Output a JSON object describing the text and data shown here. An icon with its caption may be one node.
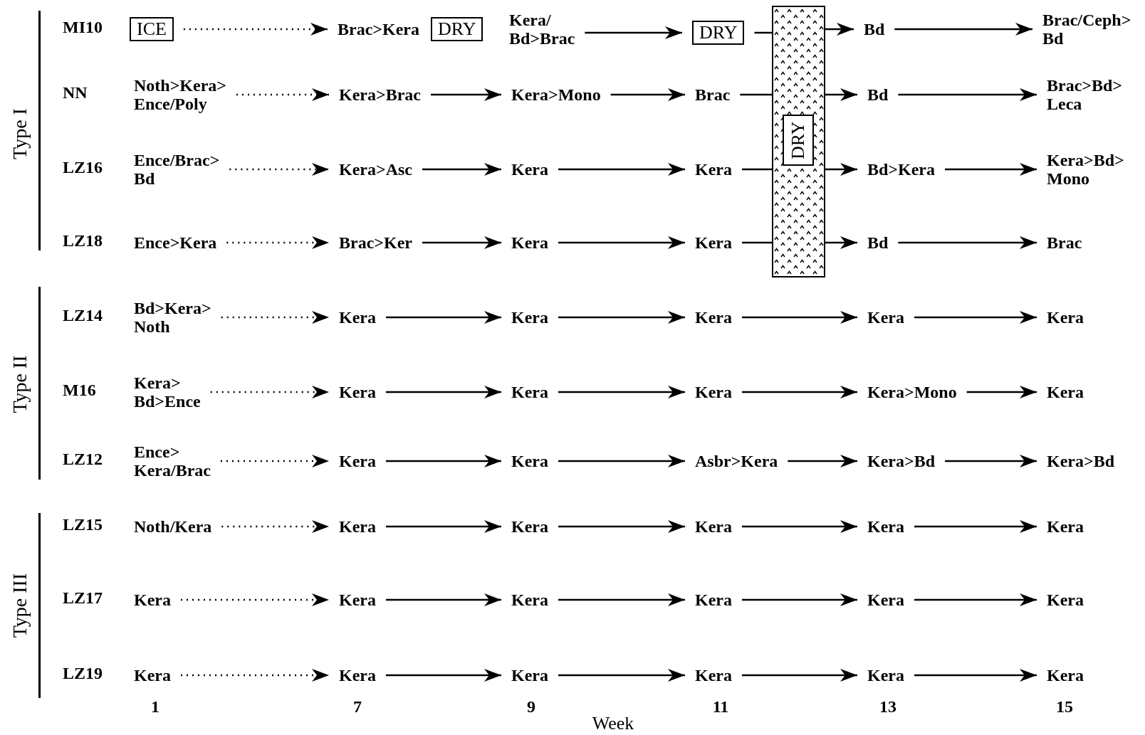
{
  "diagram": {
    "nodes": [
      {
        "text": [
          "ICE"
        ]
      },
      {
        "text": [
          "Brac>Kera"
        ]
      },
      {
        "text": [
          "DRY"
        ]
      },
      {
        "text": [
          "Kera/ Bd>Brac"
        ]
      },
      {
        "text": [
          "DRY"
        ]
      },
      {
        "text": [],
        "shape": "bar"
      },
      {
        "text": [
          "DRY"
        ],
        "in": 5
      },
      {
        "text": [
          "Bd"
        ]
      },
      {
        "text": [
          "Brac/Ceph> Bd"
        ]
      },
      {
        "text": [
          "Noth>Kera> Ence/Poly"
        ]
      },
      {
        "text": [
          "Kera>Brac"
        ]
      },
      {
        "text": [
          "Kera>Mono"
        ]
      },
      {
        "text": [
          "Brac"
        ]
      },
      {
        "text": [
          "Bd"
        ]
      },
      {
        "text": [
          "Brac>Bd> Leca"
        ]
      },
      {
        "text": [
          "Ence/Brac> Bd"
        ]
      },
      {
        "text": [
          "Kera>Asc"
        ]
      },
      {
        "text": [
          "Kera"
        ]
      },
      {
        "text": [
          "Kera"
        ]
      },
      {
        "text": [
          "Bd>Kera"
        ]
      },
      {
        "text": [
          "Kera>Bd> Mono"
        ]
      },
      {
        "text": [
          "Ence>Kera"
        ]
      },
      {
        "text": [
          "Brac>Ker"
        ]
      },
      {
        "text": [
          "Kera"
        ]
      },
      {
        "text": [
          "Kera"
        ]
      },
      {
        "text": [
          "Bd"
        ]
      },
      {
        "text": [
          "Brac"
        ]
      },
      {
        "text": [
          "Bd>Kera> Noth"
        ]
      },
      {
        "text": [
          "Kera"
        ]
      },
      {
        "text": [
          "Kera"
        ]
      },
      {
        "text": [
          "Kera"
        ]
      },
      {
        "text": [
          "Kera"
        ]
      },
      {
        "text": [
          "Kera"
        ]
      },
      {
        "text": [
          "Kera> Bd>Ence"
        ]
      },
      {
        "text": [
          "Kera"
        ]
      },
      {
        "text": [
          "Kera"
        ]
      },
      {
        "text": [
          "Kera"
        ]
      },
      {
        "text": [
          "Kera>Mono"
        ]
      },
      {
        "text": [
          "Kera"
        ]
      },
      {
        "text": [
          "Ence> Kera/Brac"
        ]
      },
      {
        "text": [
          "Kera"
        ]
      },
      {
        "text": [
          "Kera"
        ]
      },
      {
        "text": [
          "Asbr>Kera"
        ]
      },
      {
        "text": [
          "Kera>Bd"
        ]
      },
      {
        "text": [
          "Kera>Bd"
        ]
      },
      {
        "text": [
          "Noth/Kera"
        ]
      },
      {
        "text": [
          "Kera"
        ]
      },
      {
        "text": [
          "Kera"
        ]
      },
      {
        "text": [
          "Kera"
        ]
      },
      {
        "text": [
          "Kera"
        ]
      },
      {
        "text": [
          "Kera"
        ]
      },
      {
        "text": [
          "Kera"
        ]
      },
      {
        "text": [
          "Kera"
        ]
      },
      {
        "text": [
          "Kera"
        ]
      },
      {
        "text": [
          "Kera"
        ]
      },
      {
        "text": [
          "Kera"
        ]
      },
      {
        "text": [
          "Kera"
        ]
      },
      {
        "text": [
          "Kera"
        ]
      },
      {
        "text": [
          "Kera"
        ]
      },
      {
        "text": [
          "Kera"
        ]
      },
      {
        "text": [
          "Kera"
        ]
      },
      {
        "text": [
          "Kera"
        ]
      },
      {
        "text": [
          "Kera"
        ]
      }
    ],
    "edges": [
      {
        "from": 0,
        "to": 1,
        "arrow": "to",
        "style": "dashed"
      },
      {
        "from": 3,
        "to": 4,
        "arrow": "to"
      },
      {
        "from": 4,
        "to": 5,
        "arrow": "none"
      },
      {
        "from": 5,
        "to": 7,
        "arrow": "to"
      },
      {
        "from": 7,
        "to": 8,
        "arrow": "to"
      },
      {
        "from": 9,
        "to": 10,
        "arrow": "to",
        "style": "dashed"
      },
      {
        "from": 10,
        "to": 11,
        "arrow": "to"
      },
      {
        "from": 11,
        "to": 12,
        "arrow": "to"
      },
      {
        "from": 12,
        "to": 5,
        "arrow": "none"
      },
      {
        "from": 5,
        "to": 13,
        "arrow": "to"
      },
      {
        "from": 13,
        "to": 14,
        "arrow": "to"
      },
      {
        "from": 15,
        "to": 16,
        "arrow": "to",
        "style": "dashed"
      },
      {
        "from": 16,
        "to": 17,
        "arrow": "to"
      },
      {
        "from": 17,
        "to": 18,
        "arrow": "to"
      },
      {
        "from": 18,
        "to": 5,
        "arrow": "none"
      },
      {
        "from": 5,
        "to": 19,
        "arrow": "to"
      },
      {
        "from": 19,
        "to": 20,
        "arrow": "to"
      },
      {
        "from": 21,
        "to": 22,
        "arrow": "to",
        "style": "dashed"
      },
      {
        "from": 22,
        "to": 23,
        "arrow": "to"
      },
      {
        "from": 23,
        "to": 24,
        "arrow": "to"
      },
      {
        "from": 24,
        "to": 5,
        "arrow": "none"
      },
      {
        "from": 5,
        "to": 25,
        "arrow": "to"
      },
      {
        "from": 25,
        "to": 26,
        "arrow": "to"
      },
      {
        "from": 27,
        "to": 28,
        "arrow": "to",
        "style": "dashed"
      },
      {
        "from": 28,
        "to": 29,
        "arrow": "to"
      },
      {
        "from": 29,
        "to": 30,
        "arrow": "to"
      },
      {
        "from": 30,
        "to": 31,
        "arrow": "to"
      },
      {
        "from": 31,
        "to": 32,
        "arrow": "to"
      },
      {
        "from": 33,
        "to": 34,
        "arrow": "to",
        "style": "dashed"
      },
      {
        "from": 34,
        "to": 35,
        "arrow": "to"
      },
      {
        "from": 35,
        "to": 36,
        "arrow": "to"
      },
      {
        "from": 36,
        "to": 37,
        "arrow": "to"
      },
      {
        "from": 37,
        "to": 38,
        "arrow": "to"
      },
      {
        "from": 39,
        "to": 40,
        "arrow": "to",
        "style": "dashed"
      },
      {
        "from": 40,
        "to": 41,
        "arrow": "to"
      },
      {
        "from": 41,
        "to": 42,
        "arrow": "to"
      },
      {
        "from": 42,
        "to": 43,
        "arrow": "to"
      },
      {
        "from": 43,
        "to": 44,
        "arrow": "to"
      },
      {
        "from": 45,
        "to": 46,
        "arrow": "to",
        "style": "dashed"
      },
      {
        "from": 46,
        "to": 47,
        "arrow": "to"
      },
      {
        "from": 47,
        "to": 48,
        "arrow": "to"
      },
      {
        "from": 48,
        "to": 49,
        "arrow": "to"
      },
      {
        "from": 49,
        "to": 50,
        "arrow": "to"
      },
      {
        "from": 51,
        "to": 52,
        "arrow": "to",
        "style": "dashed"
      },
      {
        "from": 52,
        "to": 53,
        "arrow": "to"
      },
      {
        "from": 53,
        "to": 54,
        "arrow": "to"
      },
      {
        "from": 54,
        "to": 55,
        "arrow": "to"
      },
      {
        "from": 55,
        "to": 56,
        "arrow": "to"
      },
      {
        "from": 57,
        "to": 58,
        "arrow": "to",
        "style": "dashed"
      },
      {
        "from": 58,
        "to": 59,
        "arrow": "to"
      },
      {
        "from": 59,
        "to": 60,
        "arrow": "to"
      },
      {
        "from": 60,
        "to": 61,
        "arrow": "to"
      },
      {
        "from": 61,
        "to": 62,
        "arrow": "to"
      }
    ],
    "labels": [
      "Type I",
      "MI10",
      "NN",
      "LZ16",
      "LZ18",
      "Type II",
      "LZ14",
      "M16",
      "LZ12",
      "Type III",
      "LZ15",
      "LZ17",
      "LZ19",
      "1",
      "7",
      "9",
      "11",
      "13",
      "15",
      "Week"
    ]
  }
}
